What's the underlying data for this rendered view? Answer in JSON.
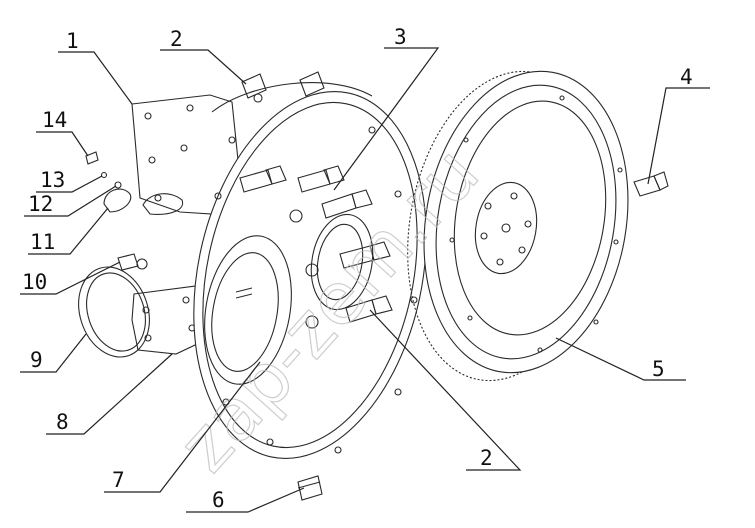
{
  "diagram": {
    "watermark": "zap-zem.ru",
    "callouts": [
      {
        "id": "1",
        "text": "1"
      },
      {
        "id": "2a",
        "text": "2"
      },
      {
        "id": "3",
        "text": "3"
      },
      {
        "id": "4",
        "text": "4"
      },
      {
        "id": "5",
        "text": "5"
      },
      {
        "id": "6",
        "text": "6"
      },
      {
        "id": "7",
        "text": "7"
      },
      {
        "id": "8",
        "text": "8"
      },
      {
        "id": "9",
        "text": "9"
      },
      {
        "id": "10",
        "text": "10"
      },
      {
        "id": "11",
        "text": "11"
      },
      {
        "id": "12",
        "text": "12"
      },
      {
        "id": "13",
        "text": "13"
      },
      {
        "id": "14",
        "text": "14"
      },
      {
        "id": "2b",
        "text": "2"
      }
    ]
  }
}
